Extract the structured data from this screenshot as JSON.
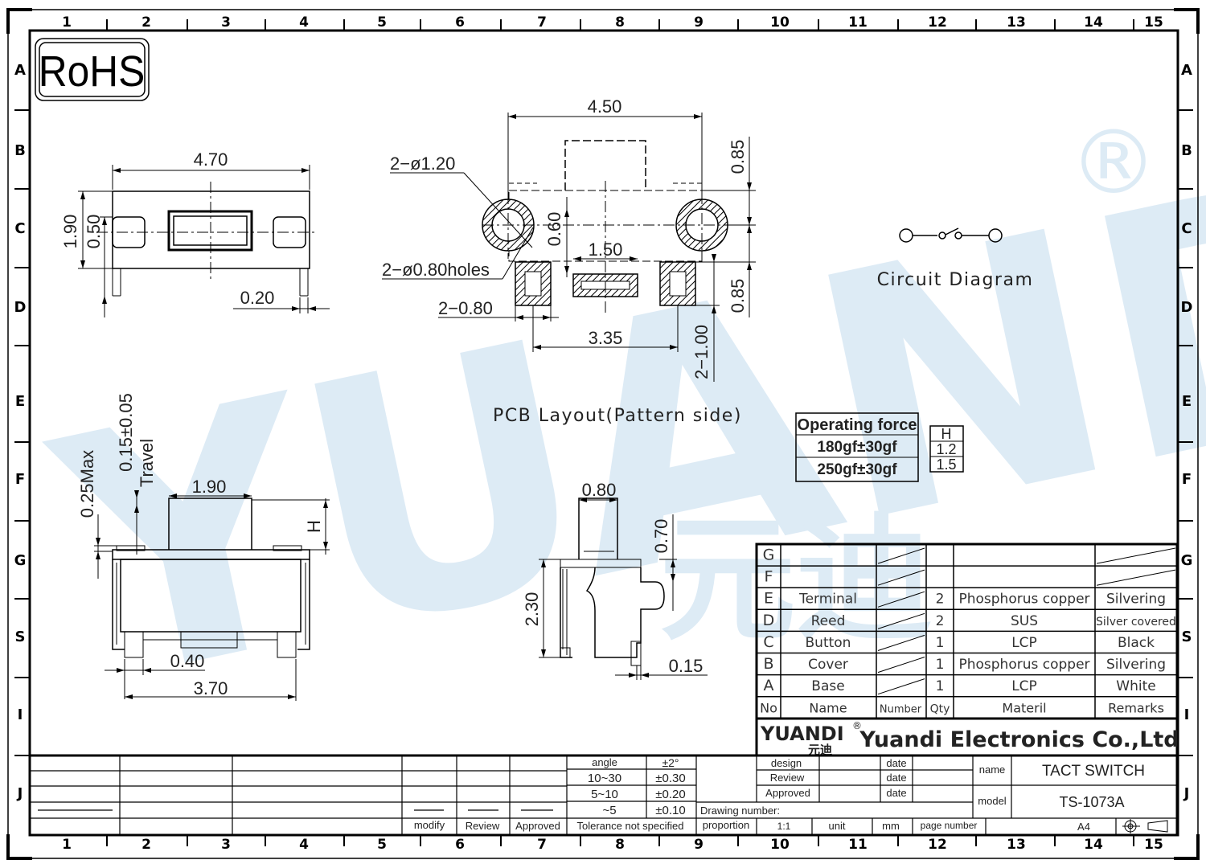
{
  "frame": {
    "col_labels": [
      "1",
      "2",
      "3",
      "4",
      "5",
      "6",
      "7",
      "8",
      "9",
      "10",
      "11",
      "12",
      "13",
      "14",
      "15"
    ],
    "row_labels_left": [
      "A",
      "B",
      "C",
      "D",
      "E",
      "F",
      "G",
      "S",
      "I",
      "J"
    ],
    "row_labels_right": [
      "A",
      "B",
      "C",
      "D",
      "E",
      "F",
      "G",
      "S",
      "I",
      "J"
    ]
  },
  "rohs": "RoHS",
  "top_view": {
    "width": "4.70",
    "height": "1.90",
    "inner": "0.50",
    "lead": "0.20"
  },
  "pcb_layout": {
    "width": "4.50",
    "hole_large": "2−ø1.20",
    "hole_small": "2−ø0.80holes",
    "dim_085a": "0.85",
    "dim_060": "0.60",
    "dim_150": "1.50",
    "dim_2_080": "2−0.80",
    "dim_335": "3.35",
    "dim_085b": "0.85",
    "dim_2_100": "2−1.00",
    "caption": "PCB Layout(Pattern side)"
  },
  "circuit": {
    "caption": "Circuit Diagram"
  },
  "front_view": {
    "travel_value": "0.15±0.05",
    "travel_label": "Travel",
    "max": "0.25Max",
    "width": "1.90",
    "h": "H",
    "lead": "0.40",
    "total": "3.70"
  },
  "side_view": {
    "top": "0.80",
    "dim_070": "0.70",
    "height": "2.30",
    "dim_015": "0.15"
  },
  "force_table": {
    "header": "Operating force",
    "rows": [
      "180gf±30gf",
      "250gf±30gf"
    ],
    "h_header": "H",
    "h_values": [
      "1.2",
      "1.5"
    ]
  },
  "bom": {
    "rows": [
      {
        "no": "G",
        "name": "",
        "qty": "",
        "material": "",
        "remarks": ""
      },
      {
        "no": "F",
        "name": "",
        "qty": "",
        "material": "",
        "remarks": ""
      },
      {
        "no": "E",
        "name": "Terminal",
        "qty": "2",
        "material": "Phosphorus copper",
        "remarks": "Silvering"
      },
      {
        "no": "D",
        "name": "Reed",
        "qty": "2",
        "material": "SUS",
        "remarks": "Silver covered"
      },
      {
        "no": "C",
        "name": "Button",
        "qty": "1",
        "material": "LCP",
        "remarks": "Black"
      },
      {
        "no": "B",
        "name": "Cover",
        "qty": "1",
        "material": "Phosphorus copper",
        "remarks": "Silvering"
      },
      {
        "no": "A",
        "name": "Base",
        "qty": "1",
        "material": "LCP",
        "remarks": "White"
      }
    ],
    "header": {
      "no": "No",
      "name": "Name",
      "number": "Number",
      "qty": "Qty",
      "material": "Materil",
      "remarks": "Remarks"
    }
  },
  "company": {
    "logo": "YUANDI",
    "logo_cn": "元迪",
    "reg": "®",
    "name": "Yuandi Electronics Co.,Ltd"
  },
  "watermark": {
    "text": "YUANDI",
    "cn": "元迪",
    "reg": "®"
  },
  "title_block": {
    "angle": "angle",
    "angle_tol": "±2°",
    "r1": "10~30",
    "r1_tol": "±0.30",
    "r2": "5~10",
    "r2_tol": "±0.20",
    "r3": "~5",
    "r3_tol": "±0.10",
    "modify": "modify",
    "review": "Review",
    "approved": "Approved",
    "tolerance": "Tolerance not specified",
    "design": "design",
    "review2": "Review",
    "approved2": "Approved",
    "date": "date",
    "drawing_number": "Drawing number:",
    "proportion": "proportion",
    "scale": "1:1",
    "unit": "unit",
    "mm": "mm",
    "page_number": "page number",
    "size": "A4",
    "name_label": "name",
    "name_value": "TACT SWITCH",
    "model_label": "model",
    "model_value": "TS-1073A"
  }
}
